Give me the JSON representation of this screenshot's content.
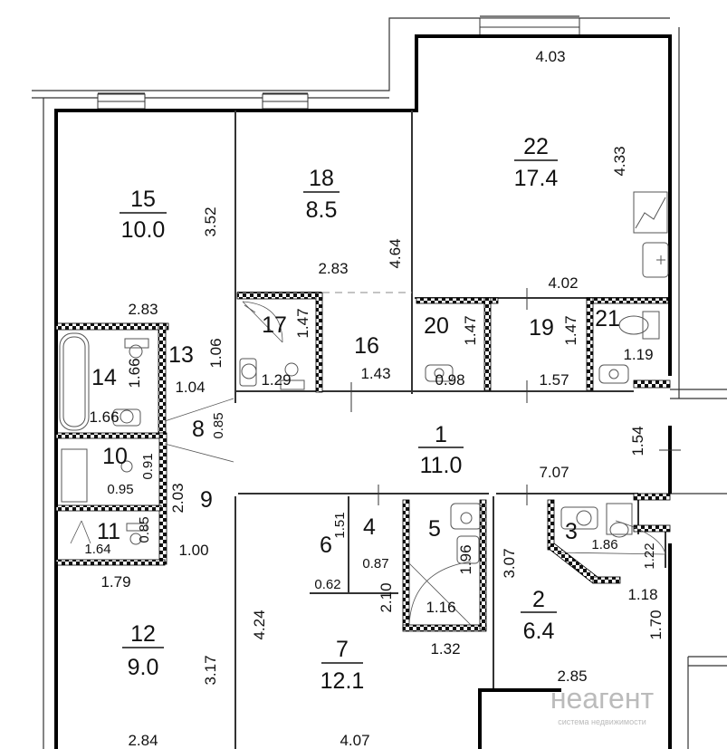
{
  "rooms": [
    {
      "id": "1",
      "number": "1",
      "area": "11.0"
    },
    {
      "id": "2",
      "number": "2",
      "area": "6.4"
    },
    {
      "id": "3",
      "number": "3"
    },
    {
      "id": "4",
      "number": "4"
    },
    {
      "id": "5",
      "number": "5"
    },
    {
      "id": "6",
      "number": "6"
    },
    {
      "id": "7",
      "number": "7",
      "area": "12.1"
    },
    {
      "id": "8",
      "number": "8"
    },
    {
      "id": "9",
      "number": "9"
    },
    {
      "id": "10",
      "number": "10"
    },
    {
      "id": "11",
      "number": "11"
    },
    {
      "id": "12",
      "number": "12",
      "area": "9.0"
    },
    {
      "id": "13",
      "number": "13"
    },
    {
      "id": "14",
      "number": "14"
    },
    {
      "id": "15",
      "number": "15",
      "area": "10.0"
    },
    {
      "id": "16",
      "number": "16"
    },
    {
      "id": "17",
      "number": "17"
    },
    {
      "id": "18",
      "number": "18",
      "area": "8.5"
    },
    {
      "id": "19",
      "number": "19"
    },
    {
      "id": "20",
      "number": "20"
    },
    {
      "id": "21",
      "number": "21"
    },
    {
      "id": "22",
      "number": "22",
      "area": "17.4"
    }
  ],
  "dimensions": [
    "4.03",
    "4.33",
    "4.02",
    "4.64",
    "2.83",
    "3.52",
    "2.83",
    "1.06",
    "1.66",
    "1.66",
    "1.04",
    "0.85",
    "1.47",
    "1.29",
    "1.43",
    "1.47",
    "0.98",
    "1.47",
    "1.57",
    "1.19",
    "1.54",
    "7.07",
    "0.91",
    "0.95",
    "2.03",
    "0.85",
    "1.64",
    "1.00",
    "1.79",
    "3.17",
    "2.84",
    "4.24",
    "4.07",
    "1.51",
    "0.62",
    "0.87",
    "2.10",
    "1.96",
    "1.16",
    "1.32",
    "3.07",
    "1.86",
    "1.22",
    "1.18",
    "1.70",
    "2.85"
  ],
  "watermark": {
    "title": "неагент",
    "subtitle": "система недвижимости"
  }
}
